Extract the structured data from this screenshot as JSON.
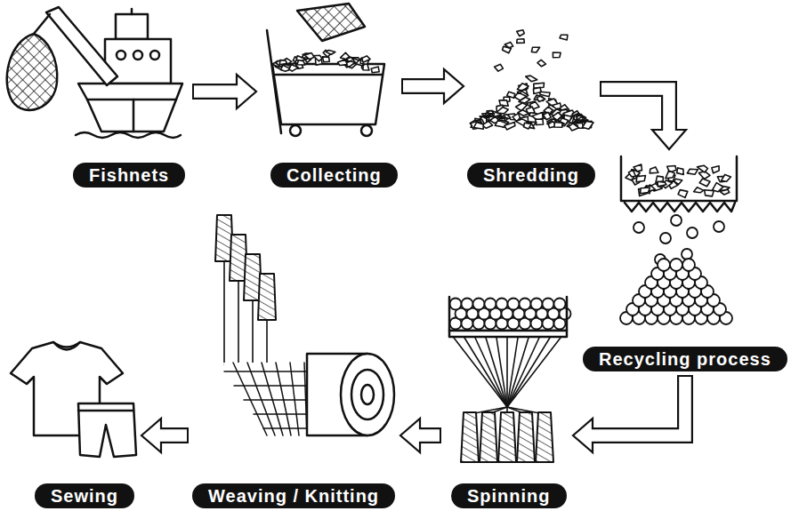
{
  "diagram": {
    "nodes": [
      {
        "text": [
          "Fishnets"
        ]
      },
      {
        "text": [
          "Collecting"
        ]
      },
      {
        "text": [
          "Shredding"
        ]
      },
      {
        "text": [
          "Recycling process"
        ]
      },
      {
        "text": [
          "Spinning"
        ]
      },
      {
        "text": [
          "Weaving / Knitting"
        ]
      },
      {
        "text": [
          "Sewing"
        ]
      }
    ],
    "edges": [
      {
        "from": 0,
        "to": 1,
        "arrow": "to"
      },
      {
        "from": 1,
        "to": 2,
        "arrow": "to"
      },
      {
        "from": 2,
        "to": 3,
        "arrow": "to"
      },
      {
        "from": 3,
        "to": 4,
        "arrow": "to"
      },
      {
        "from": 4,
        "to": 5,
        "arrow": "to"
      },
      {
        "from": 5,
        "to": 6,
        "arrow": "to"
      }
    ]
  }
}
